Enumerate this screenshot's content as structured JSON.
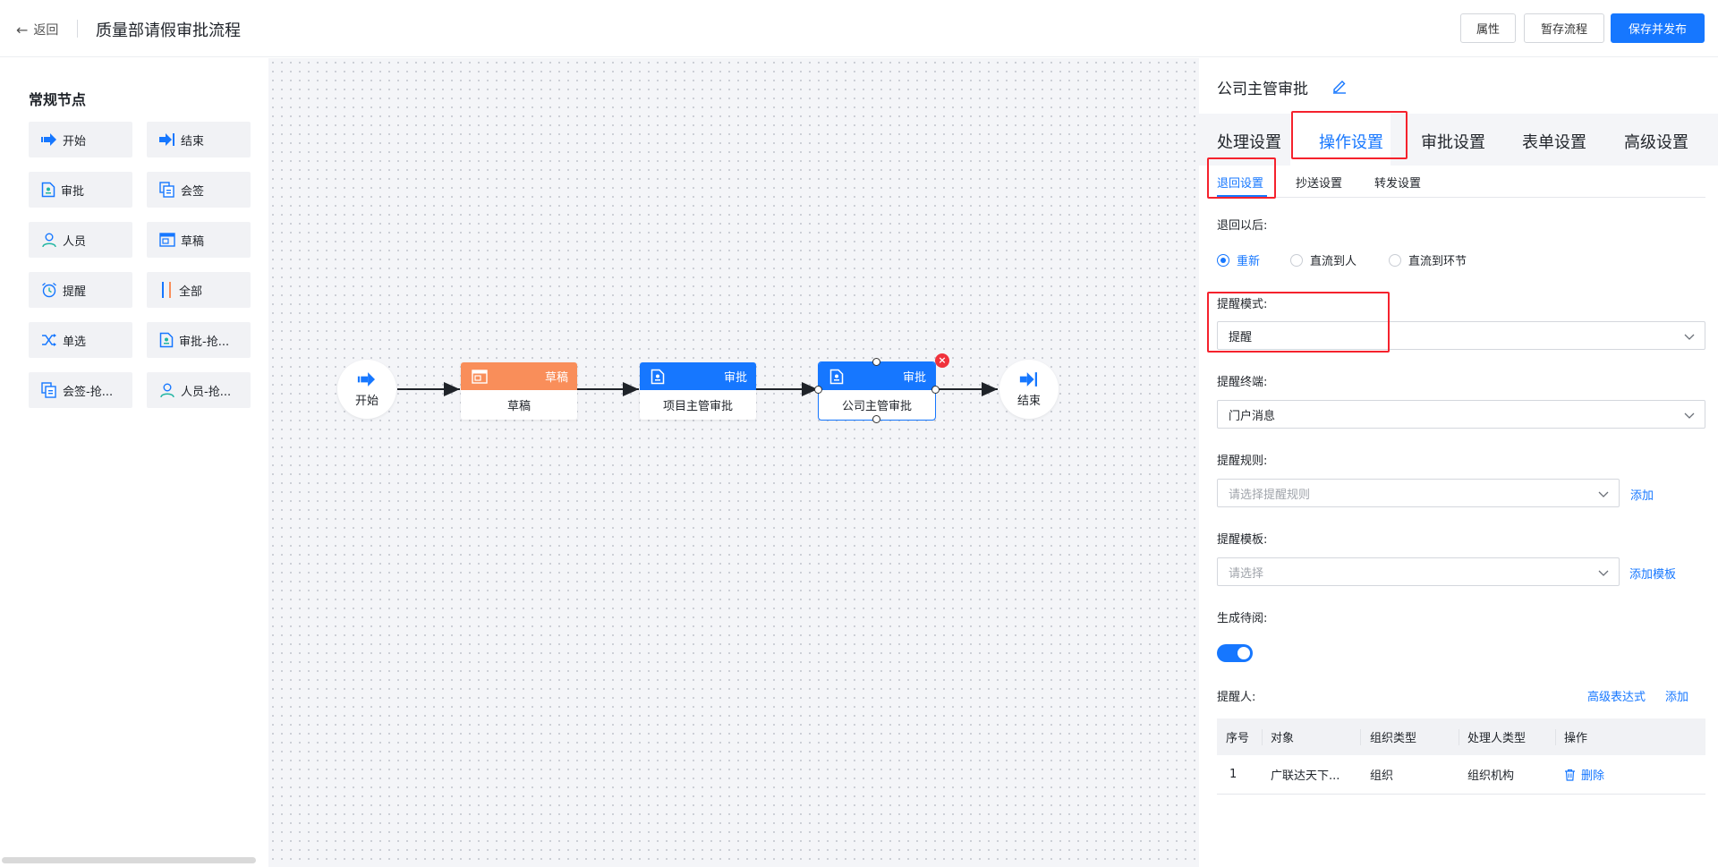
{
  "header": {
    "back_label": "返回",
    "title": "质量部请假审批流程",
    "buttons": {
      "properties": "属性",
      "save_draft": "暂存流程",
      "save_publish": "保存并发布"
    }
  },
  "palette": {
    "title": "常规节点",
    "items": [
      {
        "label": "开始",
        "icon": "arrow-right-icon"
      },
      {
        "label": "结束",
        "icon": "arrow-end-icon"
      },
      {
        "label": "审批",
        "icon": "approve-doc-icon"
      },
      {
        "label": "会签",
        "icon": "countersign-icon"
      },
      {
        "label": "人员",
        "icon": "person-icon"
      },
      {
        "label": "草稿",
        "icon": "draft-window-icon"
      },
      {
        "label": "提醒",
        "icon": "alarm-clock-icon"
      },
      {
        "label": "全部",
        "icon": "parallel-bars-icon"
      },
      {
        "label": "单选",
        "icon": "shuffle-icon"
      },
      {
        "label": "审批-抢...",
        "icon": "approve-doc-icon"
      },
      {
        "label": "会签-抢...",
        "icon": "countersign-icon"
      },
      {
        "label": "人员-抢...",
        "icon": "person-icon"
      }
    ]
  },
  "canvas": {
    "start_label": "开始",
    "end_label": "结束",
    "nodes": [
      {
        "type_label": "草稿",
        "name": "草稿",
        "color": "#f98e5a"
      },
      {
        "type_label": "审批",
        "name": "项目主管审批",
        "color": "#1677ff"
      },
      {
        "type_label": "审批",
        "name": "公司主管审批",
        "color": "#1677ff"
      }
    ],
    "delete_badge": "×"
  },
  "panel": {
    "node_name": "公司主管审批",
    "tabs": [
      "处理设置",
      "操作设置",
      "审批设置",
      "表单设置",
      "高级设置"
    ],
    "active_tab": "操作设置",
    "subtabs": [
      "退回设置",
      "抄送设置",
      "转发设置"
    ],
    "active_subtab": "退回设置",
    "after_return": {
      "label": "退回以后:",
      "options": [
        "重新",
        "直流到人",
        "直流到环节"
      ],
      "selected": "重新"
    },
    "remind_mode": {
      "label": "提醒模式:",
      "value": "提醒"
    },
    "remind_terminal": {
      "label": "提醒终端:",
      "value": "门户消息"
    },
    "remind_rule": {
      "label": "提醒规则:",
      "placeholder": "请选择提醒规则",
      "add_link": "添加"
    },
    "remind_template": {
      "label": "提醒模板:",
      "placeholder": "请选择",
      "add_link": "添加模板"
    },
    "generate_todo": {
      "label": "生成待阅:",
      "enabled": true
    },
    "reminder": {
      "label": "提醒人:",
      "advanced_link": "高级表达式",
      "add_link": "添加",
      "columns": [
        "序号",
        "对象",
        "组织类型",
        "处理人类型",
        "操作"
      ],
      "rows": [
        {
          "index": "1",
          "target": "广联达天下...",
          "org_type": "组织",
          "handler_type": "组织机构",
          "action": "删除"
        }
      ]
    }
  },
  "colors": {
    "primary": "#1677ff",
    "draft": "#f98e5a",
    "annotation": "#f5222d"
  }
}
